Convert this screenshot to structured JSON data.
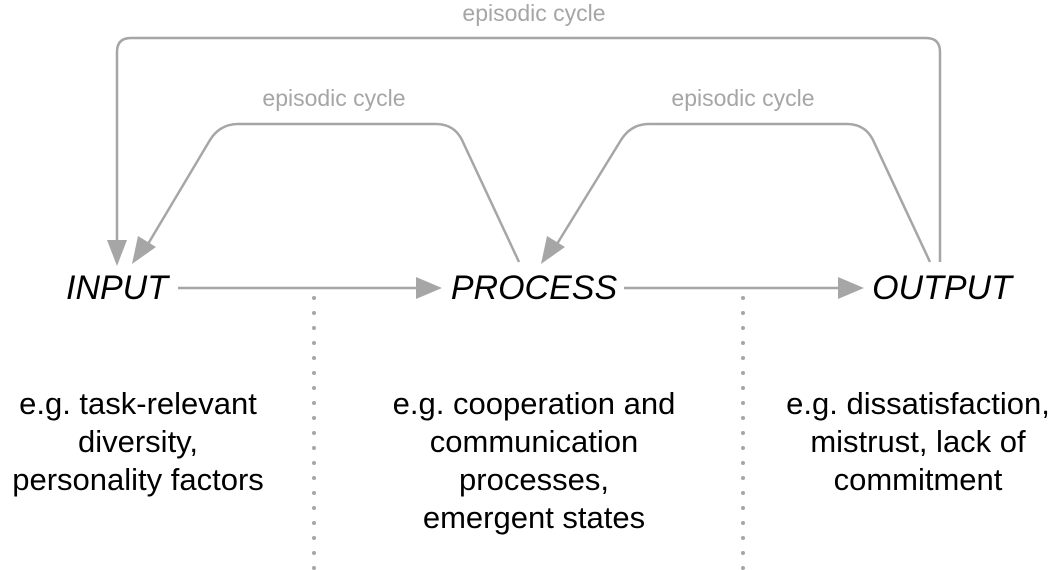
{
  "cycles": {
    "outer_label": "episodic cycle",
    "left_label": "episodic cycle",
    "right_label": "episodic cycle"
  },
  "stages": {
    "input": "INPUT",
    "process": "PROCESS",
    "output": "OUTPUT"
  },
  "examples": {
    "input": [
      "e.g. task-relevant",
      "diversity,",
      "personality factors"
    ],
    "process": [
      "e.g. cooperation and",
      "communication",
      "processes,",
      "emergent states"
    ],
    "output": [
      "e.g. dissatisfaction,",
      "mistrust, lack of",
      "commitment"
    ]
  },
  "colors": {
    "arrow": "#a6a6a6",
    "divider": "#a6a6a6",
    "text": "#000000"
  }
}
